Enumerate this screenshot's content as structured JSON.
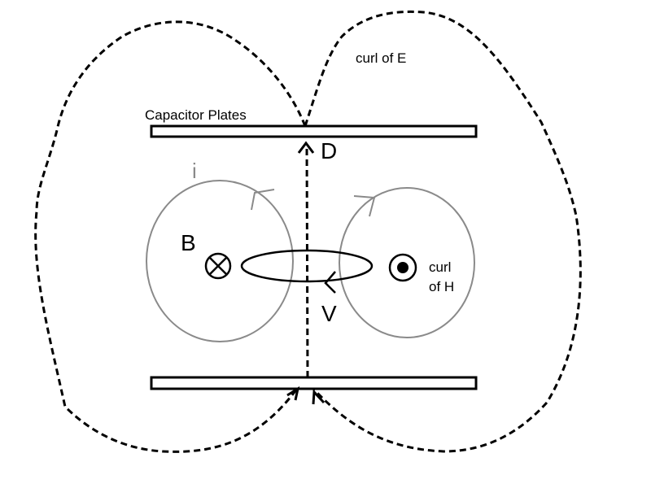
{
  "labels": {
    "curl_e": "curl of E",
    "capacitor_plates": "Capacitor Plates",
    "d": "D",
    "i": "i",
    "b": "B",
    "curl_h_line1": "curl",
    "curl_h_line2": "of H",
    "v": "V"
  },
  "colors": {
    "line": "#000000",
    "loop_gray": "#8a8a8a",
    "background": "#ffffff"
  }
}
